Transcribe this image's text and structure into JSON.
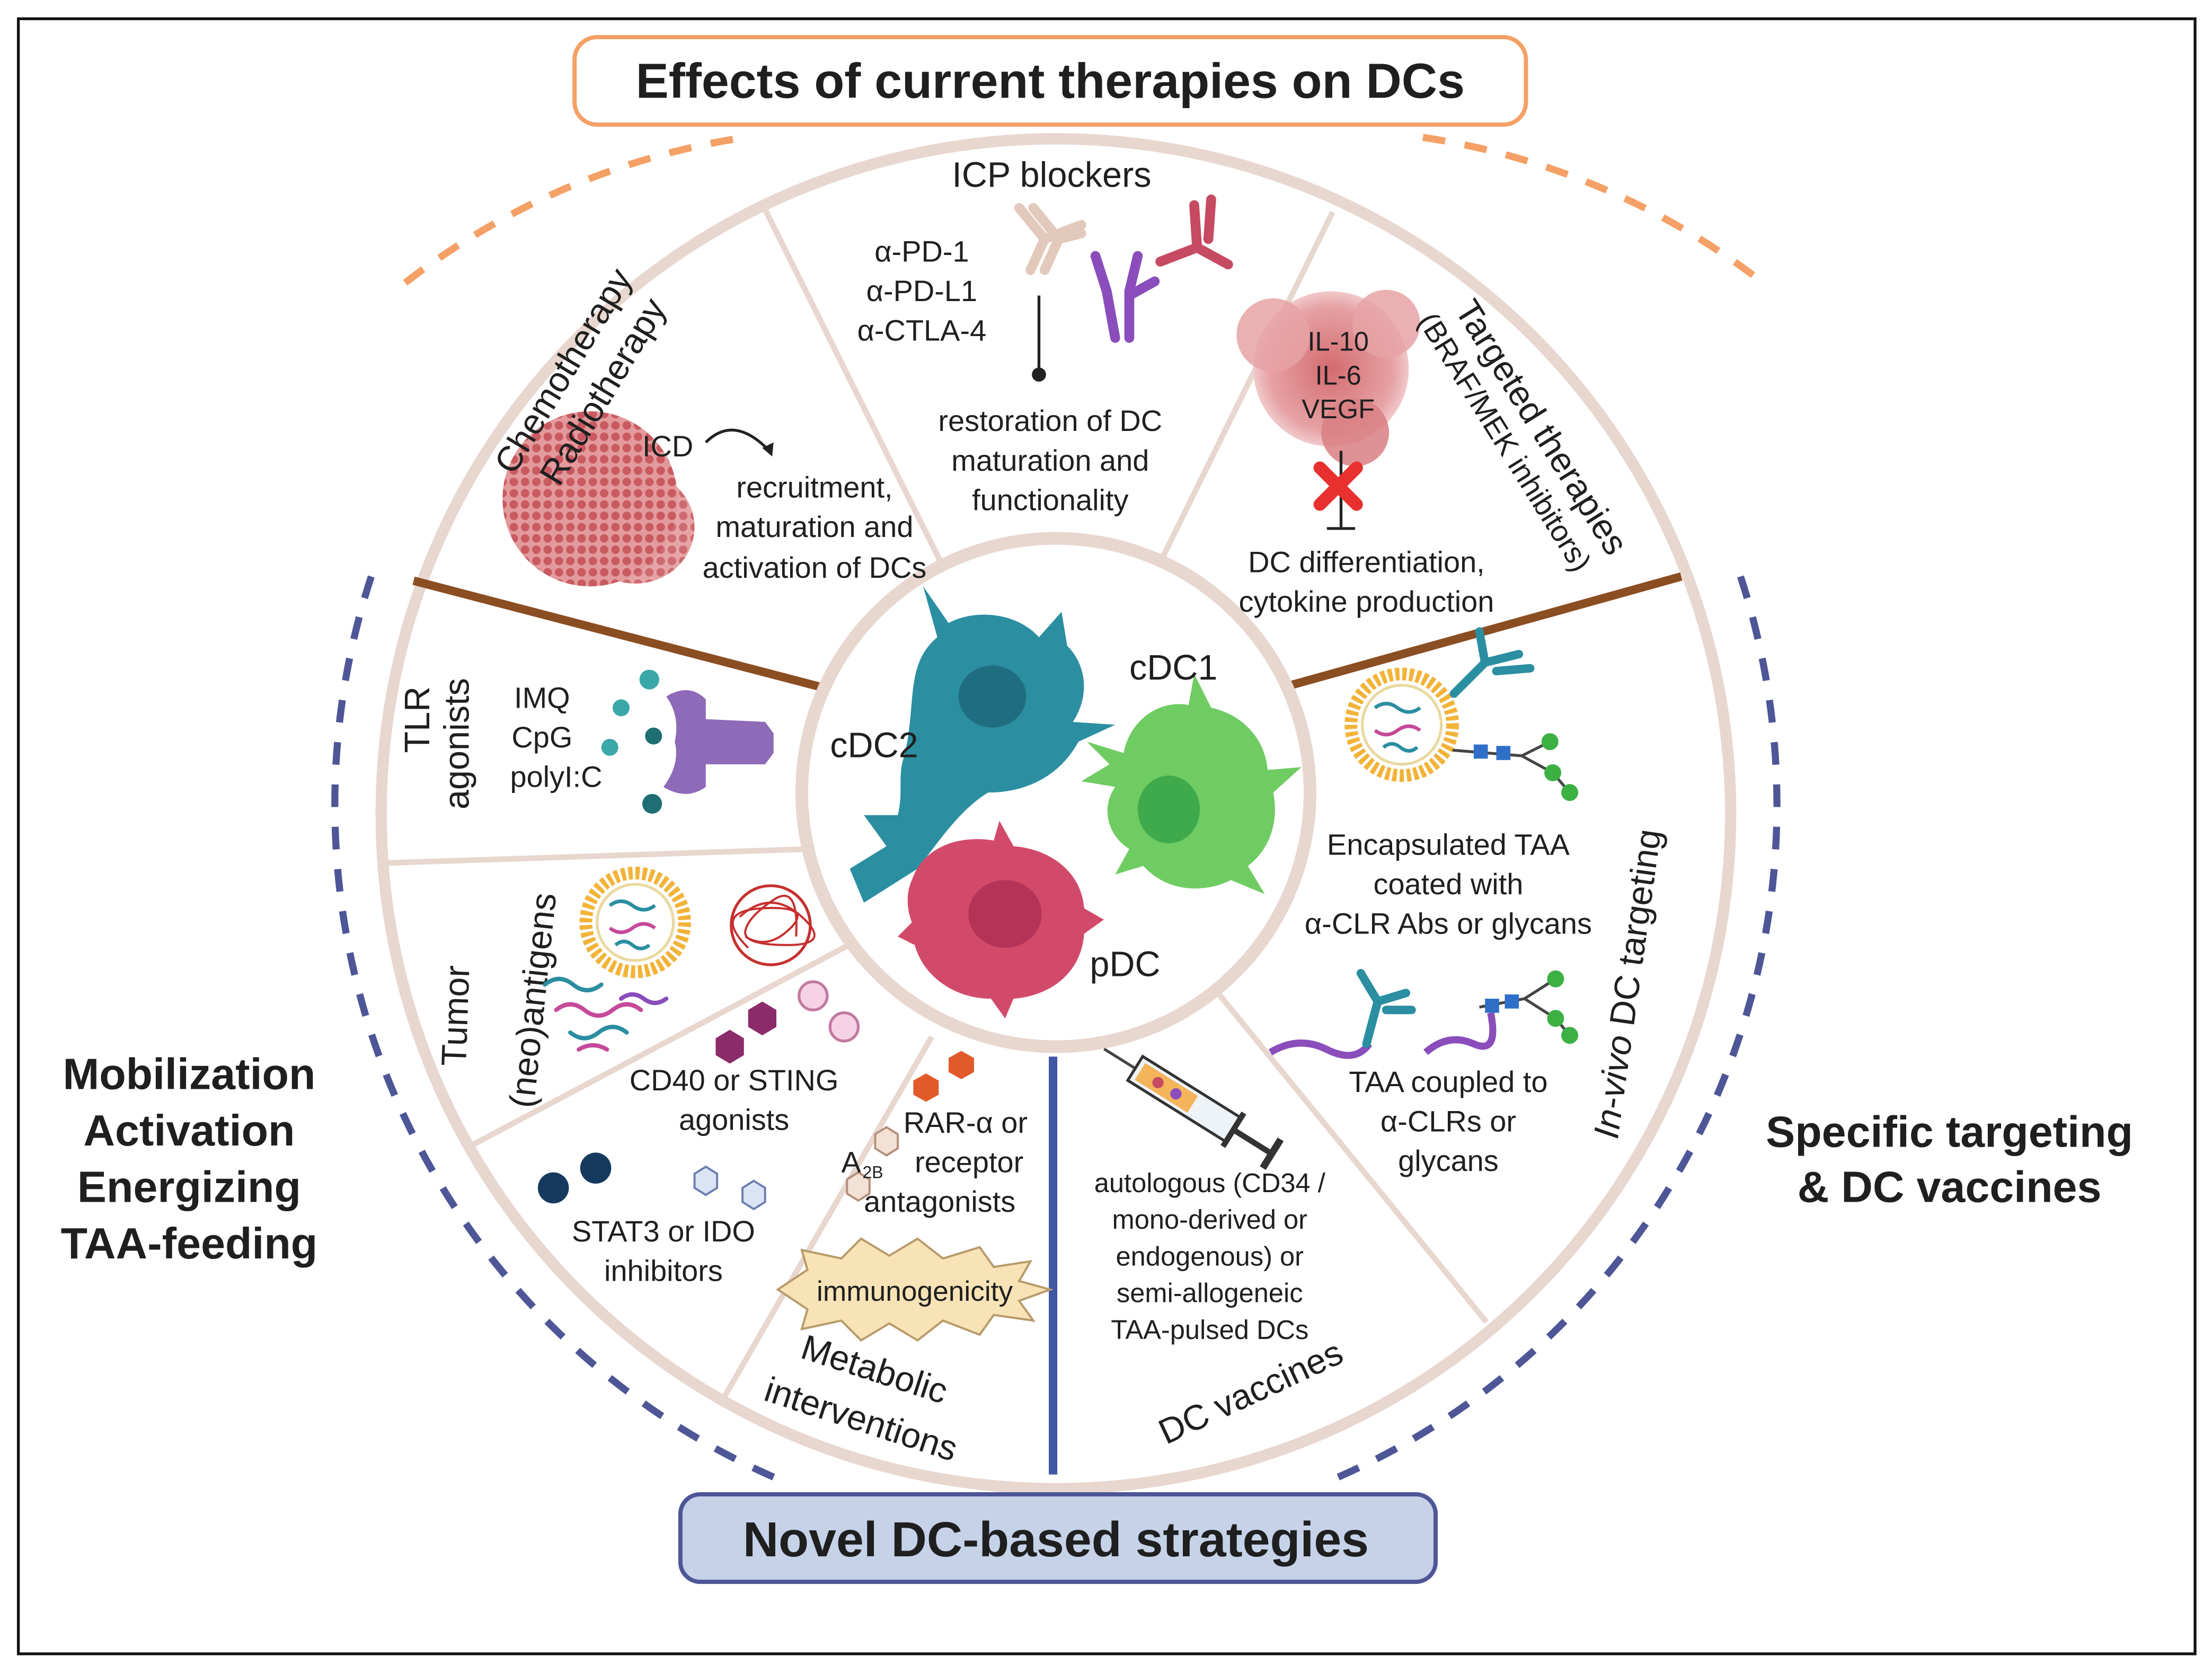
{
  "header_top": "Effects of current therapies on DCs",
  "header_bottom": "Novel DC-based strategies",
  "side_left": [
    "Mobilization",
    "Activation",
    "Energizing",
    "TAA-feeding"
  ],
  "side_right": [
    "Specific targeting",
    "& DC vaccines"
  ],
  "center": {
    "cdc2": "cDC2",
    "cdc1": "cDC1",
    "pdc": "pDC"
  },
  "sectors": {
    "icp": {
      "title": "ICP blockers",
      "drugs": [
        "α-PD-1",
        "α-PD-L1",
        "α-CTLA-4"
      ],
      "effect": [
        "restoration of DC",
        "maturation and",
        "functionality"
      ]
    },
    "chemo": {
      "title1": "Chemotherapy",
      "title2": "Radiotherapy",
      "icd": "ICD",
      "effect": [
        "recruitment,",
        "maturation and",
        "activation of DCs"
      ]
    },
    "targeted": {
      "title1": "Targeted therapies",
      "title2": "(BRAF/MEK inhibitors)",
      "cytokines": [
        "IL-10",
        "IL-6",
        "VEGF"
      ],
      "effect": [
        "DC differentiation,",
        "cytokine production"
      ]
    },
    "tlr": {
      "title1": "TLR",
      "title2": "agonists",
      "items": [
        "IMQ",
        "CpG",
        "polyI:C"
      ]
    },
    "tumor": {
      "title1": "Tumor",
      "title2": "(neo)antigens"
    },
    "metabolic": {
      "cd40": [
        "CD40 or STING",
        "agonists"
      ],
      "stat3": [
        "STAT3 or IDO",
        "inhibitors"
      ],
      "rar": [
        "RAR-α or",
        "receptor",
        "antagonists"
      ],
      "a2b_main": "A",
      "a2b_sub": "2B",
      "burst": "immunogenicity",
      "title1": "Metabolic",
      "title2": "interventions"
    },
    "vaccines": {
      "text": [
        "autologous (CD34 /",
        "mono-derived or",
        "endogenous) or",
        "semi-allogeneic",
        "TAA-pulsed DCs"
      ],
      "title": "DC vaccines"
    },
    "invivo": {
      "enc": [
        "Encapsulated TAA",
        "coated with",
        "α-CLR Abs or glycans"
      ],
      "coupled": [
        "TAA coupled to",
        "α-CLRs or",
        "glycans"
      ],
      "title_italic": "In-vivo",
      "title_rest": " DC targeting"
    }
  },
  "colors": {
    "orange_dash": "#f4a066",
    "blue_dash": "#4e5697",
    "header_text_orange": "#f4a066",
    "header_text_blue": "#4e5697",
    "brown_divider": "#8b4d22",
    "blue_divider": "#3f56a3",
    "ring": "#e7d7cf",
    "cdc2": "#2b8ea1",
    "cdc1": "#6fcc62",
    "pdc": "#d24a6a"
  }
}
